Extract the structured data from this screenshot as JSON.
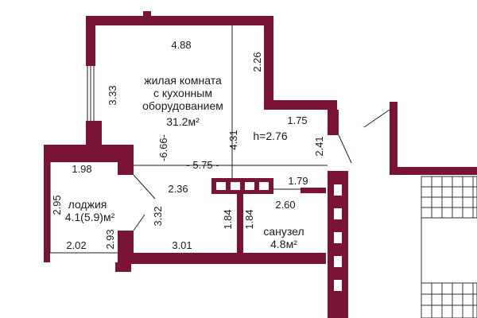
{
  "rooms": {
    "living_line1": "жилая комната",
    "living_line2": "с кухонным",
    "living_line3": "оборудованием",
    "living_area": "31.2м²",
    "loggia_name": "лоджия",
    "loggia_area": "4.1(5.9)м²",
    "bath_name": "санузел",
    "bath_area": "4.8м²"
  },
  "height": "h=2.76",
  "dimensions": {
    "d488": "4.88",
    "d226": "2.26",
    "d333": "3.33",
    "d175": "1.75",
    "d241": "2.41",
    "d666": "-6.66-",
    "d431": "4.31",
    "d575": "- 5.75 -",
    "d198": "1.98",
    "d236": "2.36",
    "d179": "1.79",
    "d295": "2.95",
    "d332": "3.32",
    "d260": "2.60",
    "d184a": "1.84",
    "d184b": "1.84",
    "d293": "2.93",
    "d202": "2.02",
    "d301": "3.01"
  },
  "colors": {
    "wall": "#7a1338"
  }
}
